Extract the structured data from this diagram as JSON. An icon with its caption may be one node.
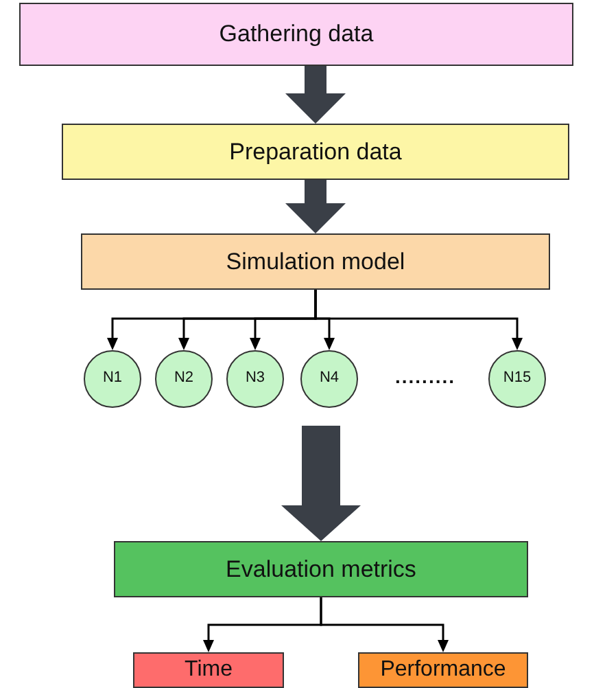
{
  "diagram": {
    "nodes": [
      {
        "text": [
          "Gathering data"
        ]
      },
      {
        "text": [
          "Preparation data"
        ]
      },
      {
        "text": [
          "Simulation model"
        ]
      },
      {
        "text": [
          "N1"
        ]
      },
      {
        "text": [
          "N2"
        ]
      },
      {
        "text": [
          "N3"
        ]
      },
      {
        "text": [
          "N4"
        ]
      },
      {
        "text": [
          "N15"
        ]
      },
      {
        "text": [
          "Evaluation metrics"
        ]
      },
      {
        "text": [
          "Time"
        ]
      },
      {
        "text": [
          "Performance"
        ]
      }
    ],
    "edges": [
      {
        "from": 0,
        "to": 1,
        "arrow": "to",
        "style": "thick"
      },
      {
        "from": 1,
        "to": 2,
        "arrow": "to",
        "style": "thick"
      },
      {
        "from": 2,
        "to": 3,
        "arrow": "to"
      },
      {
        "from": 2,
        "to": 4,
        "arrow": "to"
      },
      {
        "from": 2,
        "to": 5,
        "arrow": "to"
      },
      {
        "from": 2,
        "to": 6,
        "arrow": "to"
      },
      {
        "from": 2,
        "to": 7,
        "arrow": "to"
      },
      {
        "from": null,
        "to": 8,
        "arrow": "to",
        "style": "thick"
      },
      {
        "from": 8,
        "to": 9,
        "arrow": "to"
      },
      {
        "from": 8,
        "to": 10,
        "arrow": "to"
      }
    ],
    "labels": [
      "........."
    ]
  }
}
